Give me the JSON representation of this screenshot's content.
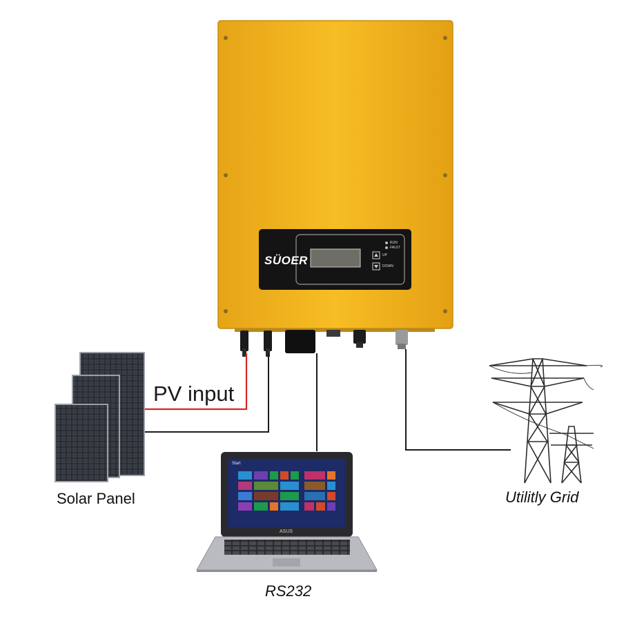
{
  "device": {
    "brand": "SÜOER",
    "indicators": [
      "RUN",
      "FAULT"
    ],
    "buttons": [
      "UP",
      "DOWN"
    ]
  },
  "labels": {
    "pv_input": "PV input",
    "solar_panel": "Solar Panel",
    "rs232": "RS232",
    "utility_grid": "Utilitly Grid"
  },
  "laptop": {
    "screen_title": "Start",
    "brand": "ASUS"
  },
  "colors": {
    "inverter_body": "#f2b31c",
    "display_panel": "#141414",
    "pv_positive_wire": "#d9252a",
    "wires": "#1a1a1a",
    "laptop_screen": "#1d2b66"
  }
}
